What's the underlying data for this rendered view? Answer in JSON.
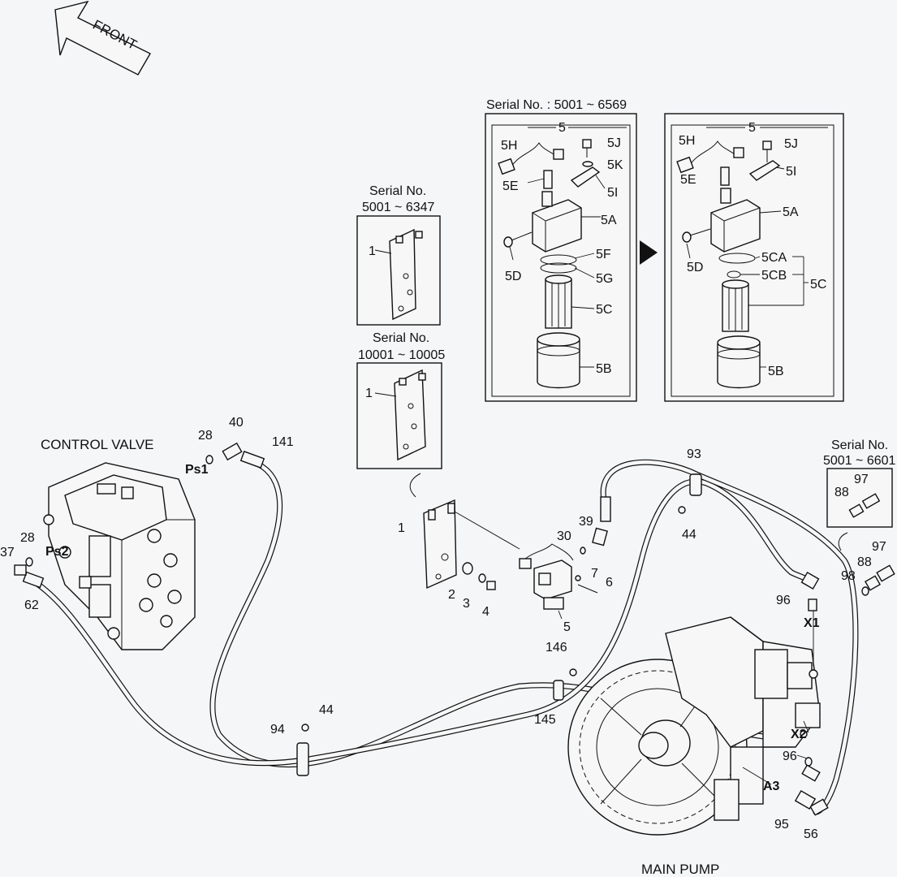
{
  "arrow": {
    "label": "FRONT"
  },
  "titles": {
    "control_valve": "CONTROL VALVE",
    "main_pump": "MAIN PUMP"
  },
  "serial_boxes": {
    "bracket_a": {
      "line1": "Serial No.",
      "line2": "5001 ~ 6347"
    },
    "bracket_b": {
      "line1": "Serial No.",
      "line2": "10001 ~ 10005"
    },
    "filter_old": {
      "line1": "Serial No. : 5001 ~ 6569"
    },
    "fittings": {
      "line1": "Serial No.",
      "line2": "5001 ~ 6601"
    }
  },
  "filter_old_labels": [
    "5",
    "5H",
    "5J",
    "5K",
    "5E",
    "5I",
    "5A",
    "5F",
    "5D",
    "5G",
    "5C",
    "5B"
  ],
  "filter_new_labels": [
    "5",
    "5H",
    "5J",
    "5E",
    "5I",
    "5A",
    "5CA",
    "5D",
    "5CB",
    "5C",
    "5B"
  ],
  "part_labels": [
    "1",
    "1",
    "1",
    "2",
    "3",
    "4",
    "5",
    "6",
    "7",
    "28",
    "28",
    "30",
    "37",
    "39",
    "40",
    "44",
    "44",
    "56",
    "62",
    "88",
    "88",
    "93",
    "94",
    "95",
    "96",
    "96",
    "97",
    "97",
    "98",
    "141",
    "145",
    "146"
  ],
  "port_labels": [
    "Ps1",
    "Ps2",
    "X1",
    "X2",
    "A3"
  ]
}
